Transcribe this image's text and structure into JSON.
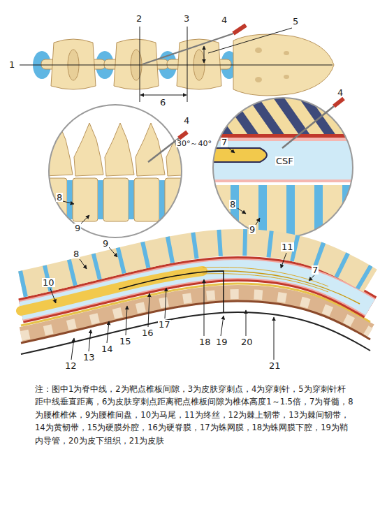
{
  "diagram": {
    "caption": "注：图中1为脊中线，2为靶点椎板间隙，3为皮肤穿刺点，4为穿刺针，5为穿刺针杆距中线垂直距离，6为皮肤穿刺点距离靶点椎板间隙为椎体高度1～1.5倍，7为脊髓，8为腰椎椎体，9为腰椎间盘，10为马尾，11为终丝，12为棘上韧带，13为棘间韧带，14为黄韧带，15为硬膜外腔，16为硬脊膜，17为蛛网膜，18为蛛网膜下腔，19为鞘内导管，20为皮下组织，21为皮肤",
    "labels": [
      "1",
      "2",
      "3",
      "4",
      "5",
      "6",
      "4",
      "30°～40°",
      "8",
      "9",
      "4",
      "7",
      "CSF",
      "8",
      "9",
      "9",
      "8",
      "10",
      "11",
      "7",
      "12",
      "13",
      "14",
      "15",
      "16",
      "17",
      "18",
      "19",
      "20",
      "21"
    ]
  }
}
